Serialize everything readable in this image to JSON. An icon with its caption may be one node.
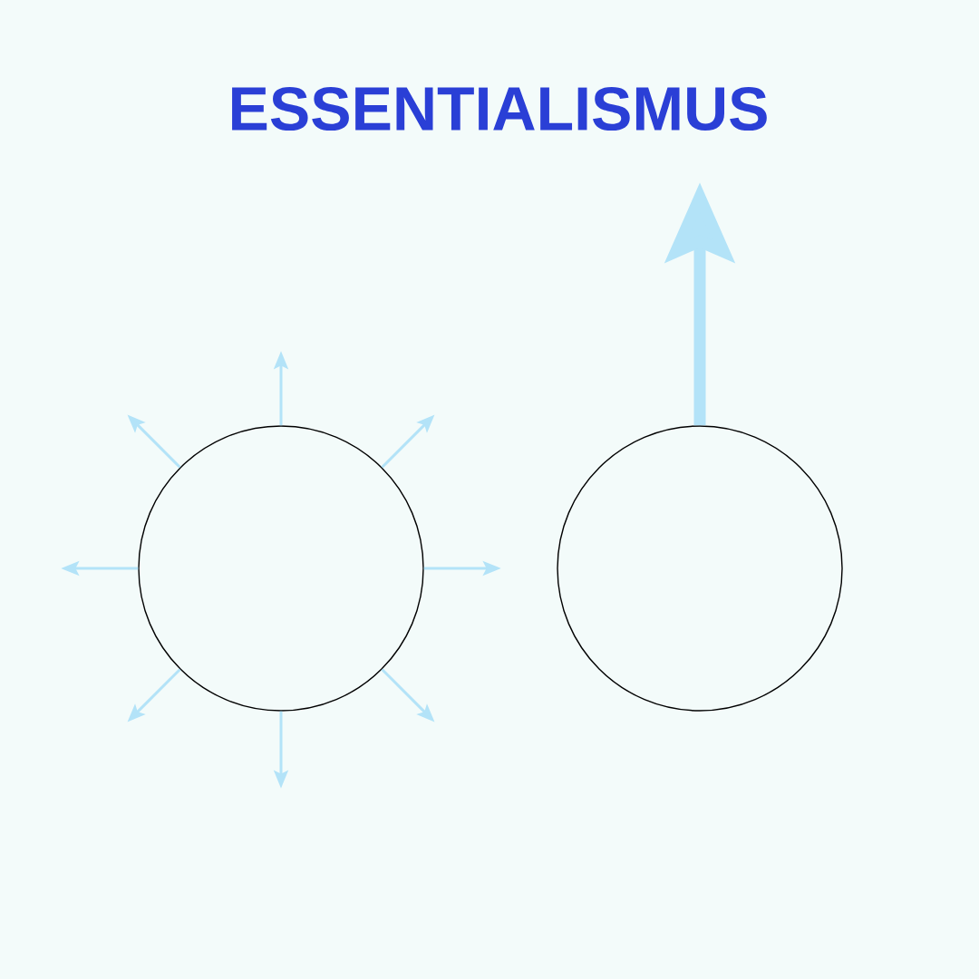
{
  "diagram": {
    "title": "ESSENTIALISMUS",
    "nodes": [
      {
        "text": [],
        "shape": "circle"
      },
      {
        "text": [],
        "shape": "circle"
      }
    ],
    "edges": [
      {
        "from": 0,
        "to": null,
        "arrow": "to"
      },
      {
        "from": 0,
        "to": null,
        "arrow": "to"
      },
      {
        "from": 0,
        "to": null,
        "arrow": "to"
      },
      {
        "from": 0,
        "to": null,
        "arrow": "to"
      },
      {
        "from": 0,
        "to": null,
        "arrow": "to"
      },
      {
        "from": 0,
        "to": null,
        "arrow": "to"
      },
      {
        "from": 0,
        "to": null,
        "arrow": "to"
      },
      {
        "from": 0,
        "to": null,
        "arrow": "to"
      },
      {
        "from": 1,
        "to": null,
        "arrow": "to",
        "style": "thick"
      }
    ]
  }
}
